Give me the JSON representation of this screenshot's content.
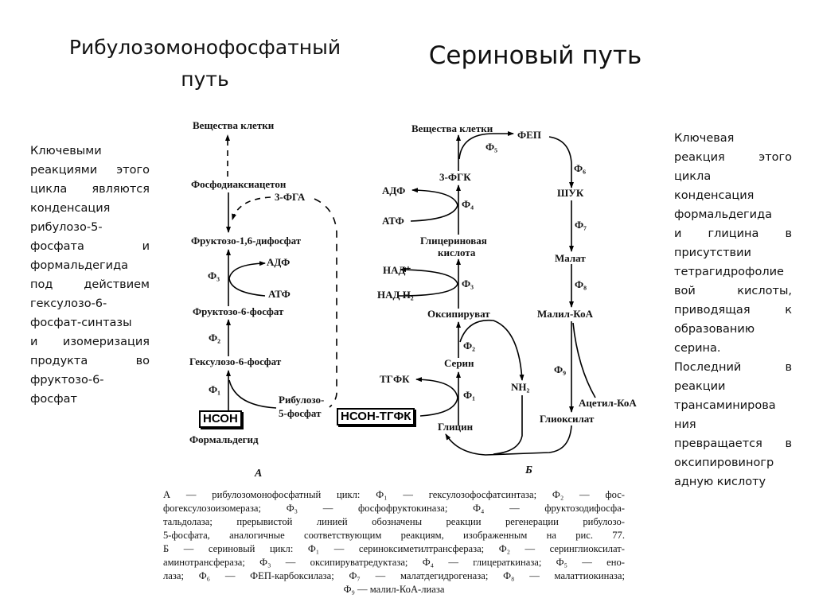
{
  "titles": {
    "left_line1": "Рибулозомонофосфатный",
    "left_line2": "путь",
    "right": "Сериновый путь"
  },
  "left_text": [
    [
      "Ключевыми",
      "реакциями этого",
      "цикла являются",
      "конденсация",
      "рибулозо-5-",
      "фосфата и",
      "формальдегида",
      "под действием",
      "гексулозо-6-",
      "фосфат-синтазы",
      "и изомеризация",
      "продукта во",
      "фруктозо-6-",
      "фосфат"
    ]
  ],
  "right_text": [
    [
      "Ключевая",
      "реакция этого",
      "цикла",
      "конденсация",
      "формальдегида",
      "и глицина в",
      "присутствии",
      "тетрагидрофолие",
      "вой кислоты,",
      "приводящая к",
      "образованию",
      "серина."
    ],
    [
      "Последний в",
      "реакции",
      "трансаминирова",
      "ния",
      "превращается в",
      "оксипировиногр",
      "адную кислоту"
    ]
  ],
  "diagram_a": {
    "cell_substances": "Вещества клетки",
    "dhap": "Фосфодиаксиацетон",
    "pga": "3-ФГА",
    "fbp": "Фруктозо-1,6-дифосфат",
    "adp": "АДФ",
    "f3": "Ф₃",
    "atp": "АТФ",
    "f6p": "Фруктозо-6-фосфат",
    "f2": "Ф₂",
    "h6p": "Гексулозо-6-фосфат",
    "f1": "Ф₁",
    "ru5p_1": "Рибулозо-",
    "ru5p_2": "5-фосфат",
    "hcoh": "НСОН",
    "formaldehyde": "Формальдегид",
    "label": "А"
  },
  "diagram_b": {
    "cell_substances": "Вещества клетки",
    "pep": "ФЕП",
    "f5": "Ф₅",
    "f6": "Ф₆",
    "pgk": "3-ФГК",
    "oaa": "ШУК",
    "adp": "АДФ",
    "f4": "Ф₄",
    "atp": "АТФ",
    "f7": "Ф₇",
    "glycerate_1": "Глицериновая",
    "glycerate_2": "кислота",
    "malate": "Малат",
    "nad": "НАД⁺",
    "f3": "Ф₃",
    "nadh": "НАД Н₂",
    "f8": "Ф₈",
    "hydroxypyruvate": "Оксипируват",
    "malyl_coa": "Малил-КоА",
    "f2": "Ф₂",
    "serine": "Серин",
    "f9": "Ф₉",
    "thf": "ТГФК",
    "nh2": "NH₂",
    "f1": "Ф₁",
    "acetyl_coa": "Ацетил-КоА",
    "hcoh_thf": "НСОН-ТГФК",
    "glyoxylate": "Глиоксилат",
    "glycine": "Глицин",
    "label": "Б"
  },
  "caption": [
    "А — рибулозомонофосфатный цикл: Ф₁ — гексулозофосфатсинтаза; Ф₂ — фос-",
    "фогексулозоизомераза; Ф₃ — фосфофруктокиназа; Ф₄ — фруктозодифосфа-",
    "тальдолаза; прерывистой линией обозначены реакции регенерации рибулозо-",
    "5-фосфата, аналогичные соответствующим реакциям, изображенным на рис. 77.",
    "Б — сериновый цикл: Ф₁ — сериноксиметилтрансфераза; Ф₂ — серинглиоксилат-",
    "аминотрансфераза; Ф₃ — оксипируватредуктаза; Ф₄ — глицераткиназа; Ф₅ — ено-",
    "лаза; Ф₆ — ФЕП-карбоксилаза; Ф₇ — малатдегидрогеназа; Ф₈ — малаттиокиназа;",
    "Ф₉ — малил-КоА-лиаза"
  ]
}
